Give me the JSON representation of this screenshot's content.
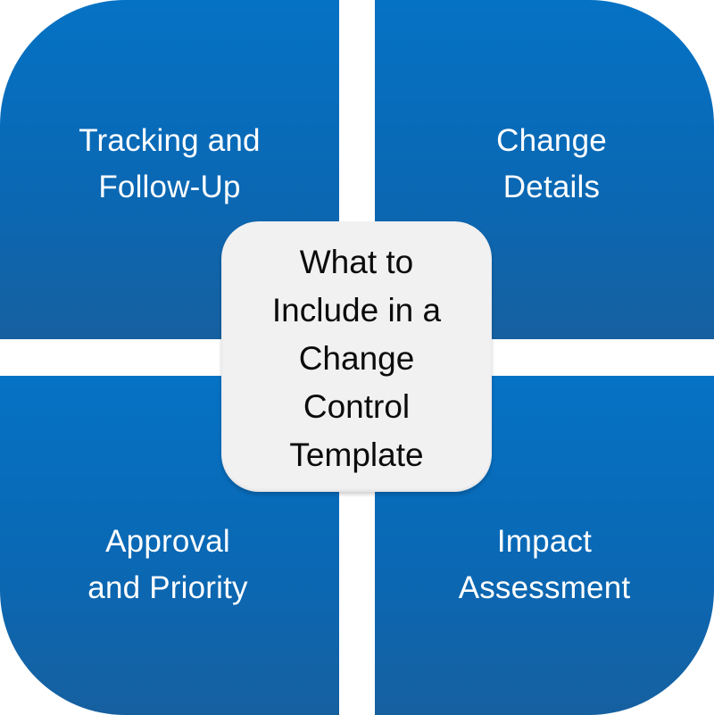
{
  "diagram": {
    "center": {
      "title": "What to\nInclude in a\nChange\nControl\nTemplate"
    },
    "quadrants": [
      {
        "position": "top-left",
        "label": "Tracking and\nFollow-Up"
      },
      {
        "position": "top-right",
        "label": "Change\nDetails"
      },
      {
        "position": "bottom-left",
        "label": "Approval\nand Priority"
      },
      {
        "position": "bottom-right",
        "label": "Impact\nAssessment"
      }
    ],
    "colors": {
      "quadrant_top": "#0572c4",
      "quadrant_bottom": "#1660a0",
      "center_background": "#f1f1f2",
      "center_text": "#0b0b0b",
      "quadrant_text": "#ffffff",
      "background": "#ffffff"
    }
  }
}
